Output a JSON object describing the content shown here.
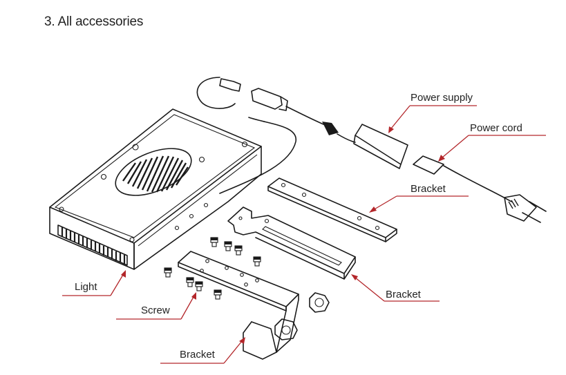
{
  "page": {
    "title": "3. All accessories"
  },
  "labels": {
    "power_supply": "Power supply",
    "power_cord": "Power cord",
    "bracket_top": "Bracket",
    "light": "Light",
    "bracket_mid": "Bracket",
    "screw": "Screw",
    "bracket_bottom": "Bracket"
  },
  "colors": {
    "leader": "#b3262a",
    "line_art": "#1a1a1a",
    "text": "#222222"
  },
  "icons": {
    "light": "grow-light-fixture-icon",
    "power_supply": "power-adapter-icon",
    "power_cord": "ac-plug-cord-icon",
    "bracket": "mounting-bracket-icon",
    "screw": "thumb-screw-icon"
  }
}
